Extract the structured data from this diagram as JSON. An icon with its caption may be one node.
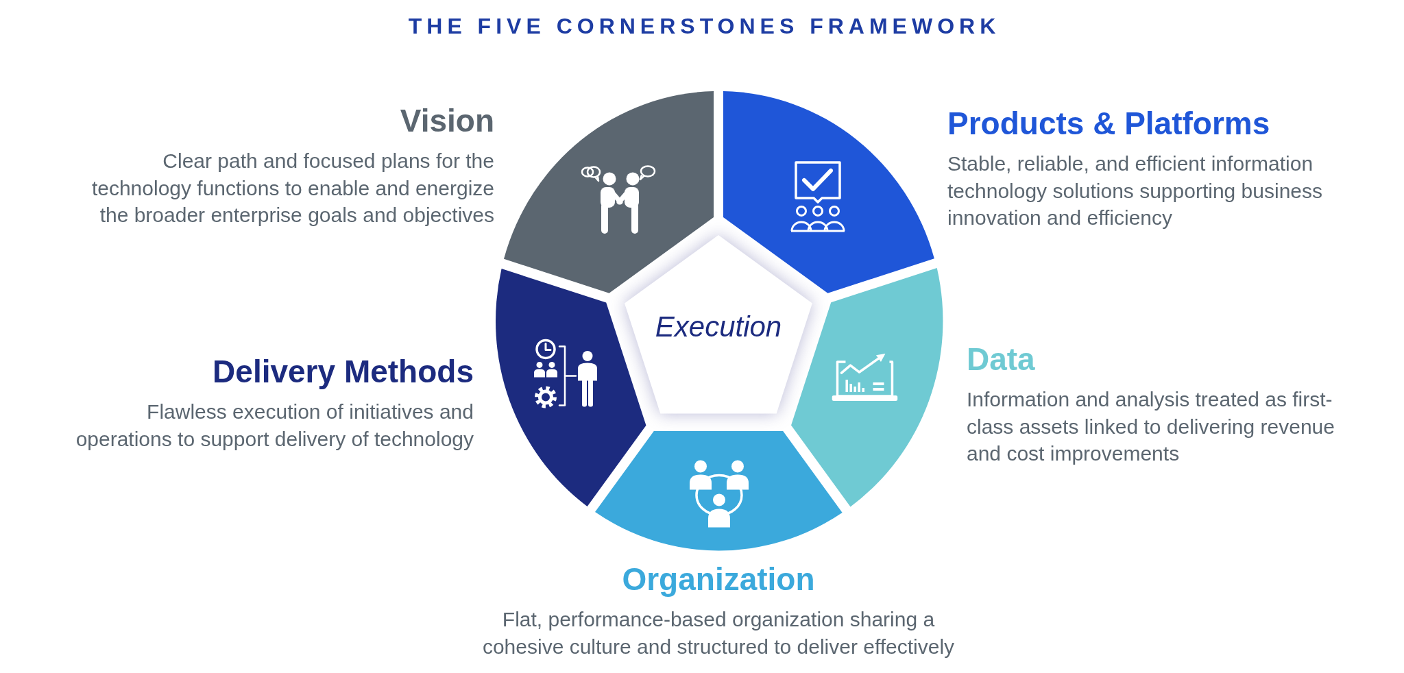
{
  "diagram": {
    "title": "THE FIVE CORNERSTONES FRAMEWORK",
    "nodes": [
      {
        "text": [
          "Vision",
          "Clear path and focused plans for the technology functions to enable and energize the broader enterprise goals and objectives"
        ]
      },
      {
        "text": [
          "Products & Platforms",
          "Stable, reliable, and efficient information technology solutions supporting business innovation and efficiency"
        ]
      },
      {
        "text": [
          "Execution"
        ]
      },
      {
        "text": [
          "Delivery Methods",
          "Flawless execution of initiatives and operations to support delivery of technology"
        ]
      },
      {
        "text": [
          "Data",
          "Information and analysis treated as first-class assets linked to delivering revenue and cost improvements"
        ]
      },
      {
        "text": [
          "Organization",
          "Flat, performance-based organization sharing a cohesive culture and structured to deliver effectively"
        ]
      }
    ]
  }
}
